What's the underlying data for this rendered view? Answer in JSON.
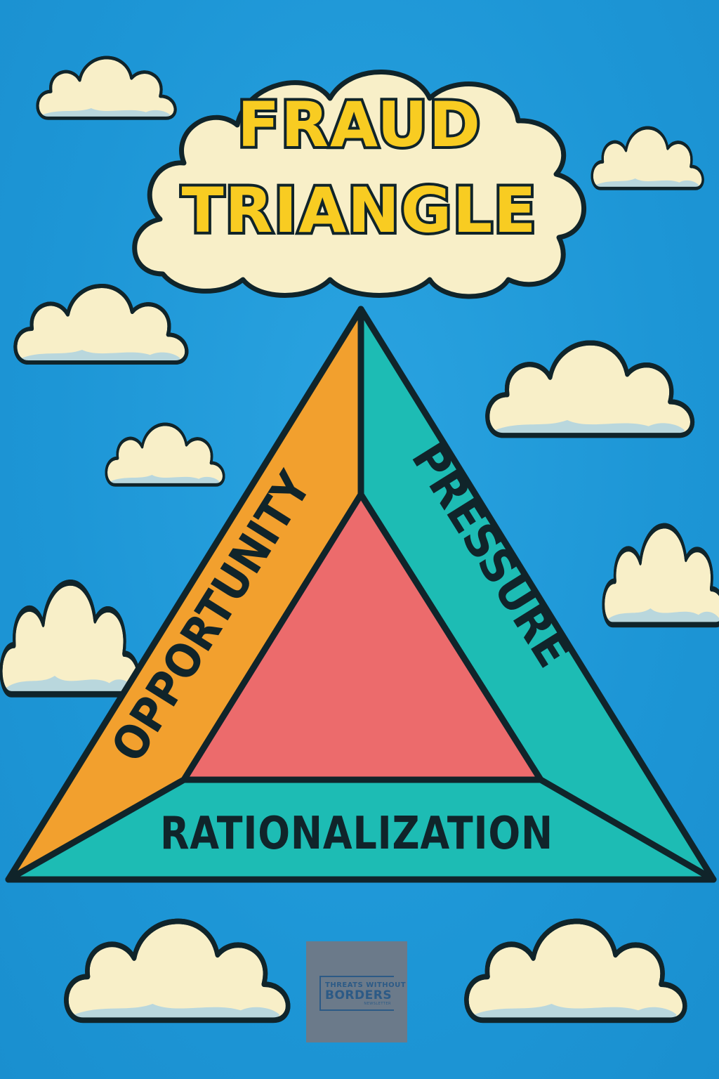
{
  "title": {
    "line1": "FRAUD",
    "line2": "TRIANGLE"
  },
  "triangle": {
    "left_segment": "OPPORTUNITY",
    "right_segment": "PRESSURE",
    "base_segment": "RATIONALIZATION"
  },
  "logo": {
    "top": "THREATS WITHOUT",
    "main": "BORDERS",
    "sub": "NEWSLETTER"
  },
  "colors": {
    "sky": "#1f9ad9",
    "cloud": "#f8efc8",
    "cloud_shadow": "#b9d7dd",
    "outline": "#10242a",
    "title": "#f8cc22",
    "opportunity": "#f2a02e",
    "pressure": "#1dbcb4",
    "rationalization": "#1dbcb4",
    "center": "#ec6b6c",
    "logo_bg": "#6b7a8a"
  },
  "icons": [
    "cloud-icon"
  ]
}
